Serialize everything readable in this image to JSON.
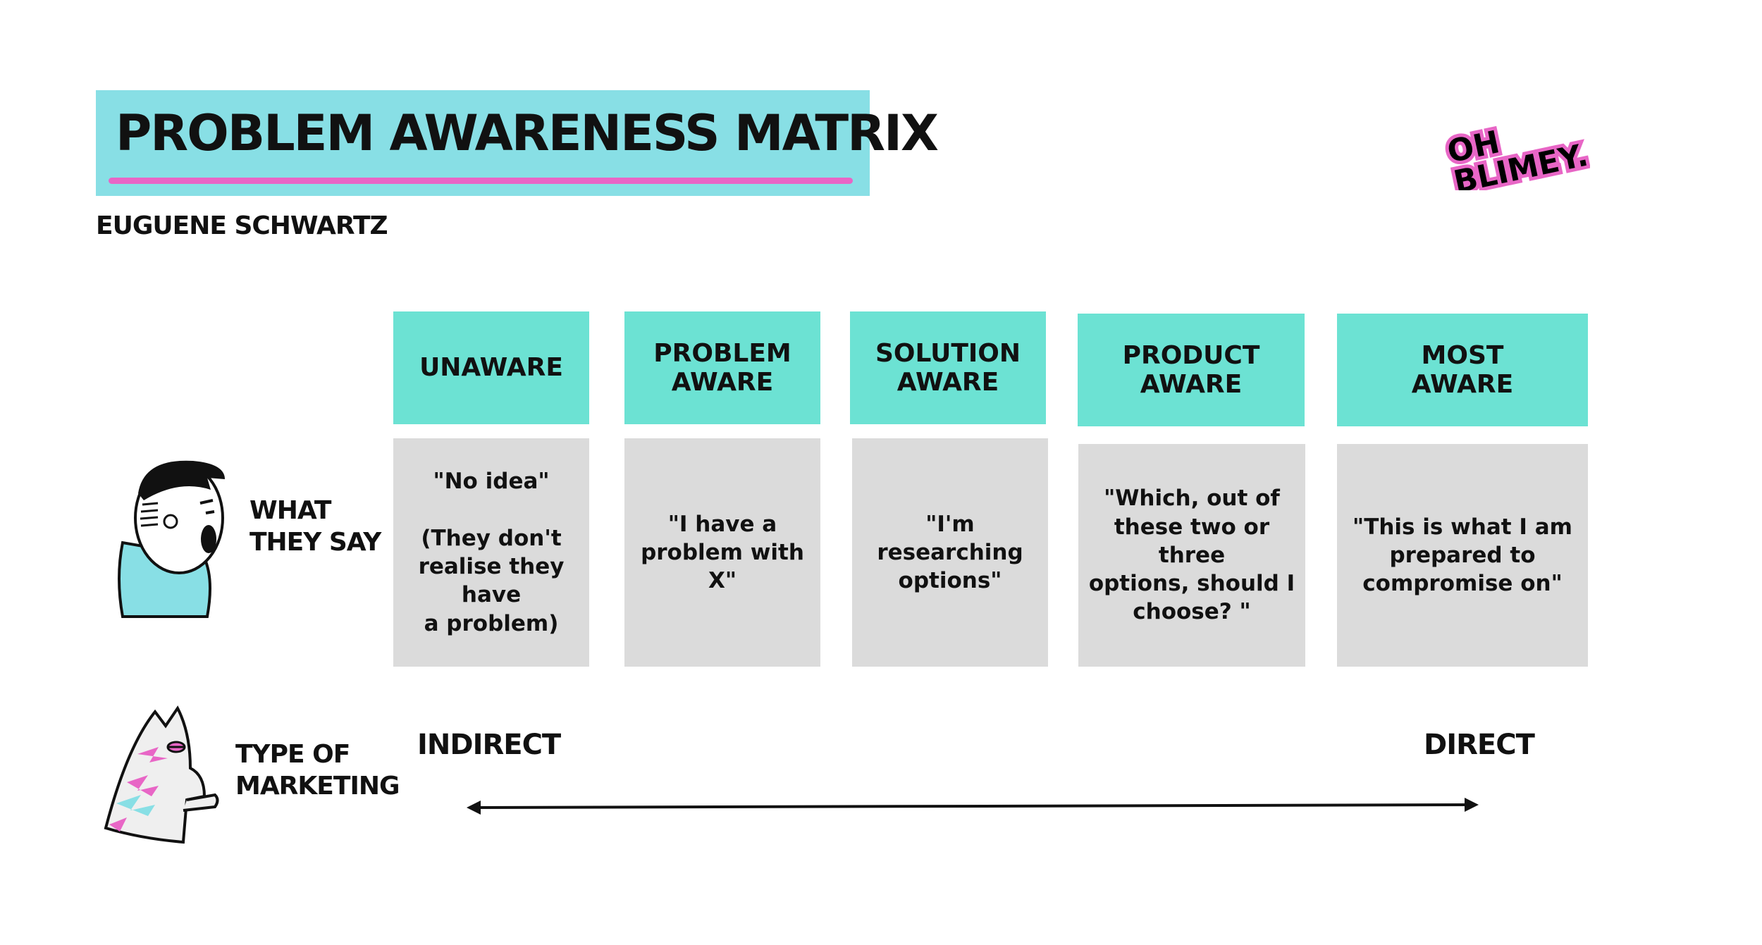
{
  "header": {
    "title": "PROBLEM AWARENESS MATRIX",
    "author": "EUGUENE SCHWARTZ",
    "logo_line1": "OH",
    "logo_line2": "BLIMEY."
  },
  "colors": {
    "title_bg": "#88dfe5",
    "title_underline": "#e866c6",
    "column_header_bg": "#6ce2d3",
    "cell_bg": "#dbdbdb",
    "logo_pink": "#e866c6"
  },
  "rows": {
    "say_label": "WHAT\nTHEY SAY",
    "marketing_label": "TYPE OF\nMARKETING"
  },
  "columns": [
    {
      "header": "UNAWARE",
      "say": "\"No idea\"\n\n(They don't\nrealise they have\na problem)"
    },
    {
      "header": "PROBLEM\nAWARE",
      "say": "\"I have a\nproblem with X\""
    },
    {
      "header": "SOLUTION\nAWARE",
      "say": "\"I'm researching\noptions\""
    },
    {
      "header": "PRODUCT\nAWARE",
      "say": "\"Which, out of\nthese two or three\noptions, should I\nchoose? \""
    },
    {
      "header": "MOST\nAWARE",
      "say": "\"This is what I am\nprepared to\ncompromise on\""
    }
  ],
  "scale": {
    "left_label": "INDIRECT",
    "right_label": "DIRECT"
  },
  "icons": {
    "person": "shouting-man-illustration-icon",
    "cat": "pink-blue-cat-illustration-icon",
    "arrow": "double-headed-arrow-icon"
  }
}
